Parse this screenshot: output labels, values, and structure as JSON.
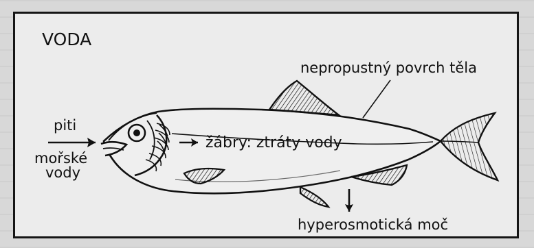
{
  "diagram": {
    "title": "VODA",
    "labels": {
      "body_surface": "nepropustný povrch těla",
      "drinking_line1": "piti",
      "drinking_line2": "mořské",
      "drinking_line3": "vody",
      "gills": "žábry: ztráty vody",
      "urine": "hyperosmotická moč"
    },
    "colors": {
      "ink": "#111111",
      "paper": "#ececec",
      "background": "#d8d8d8"
    }
  }
}
